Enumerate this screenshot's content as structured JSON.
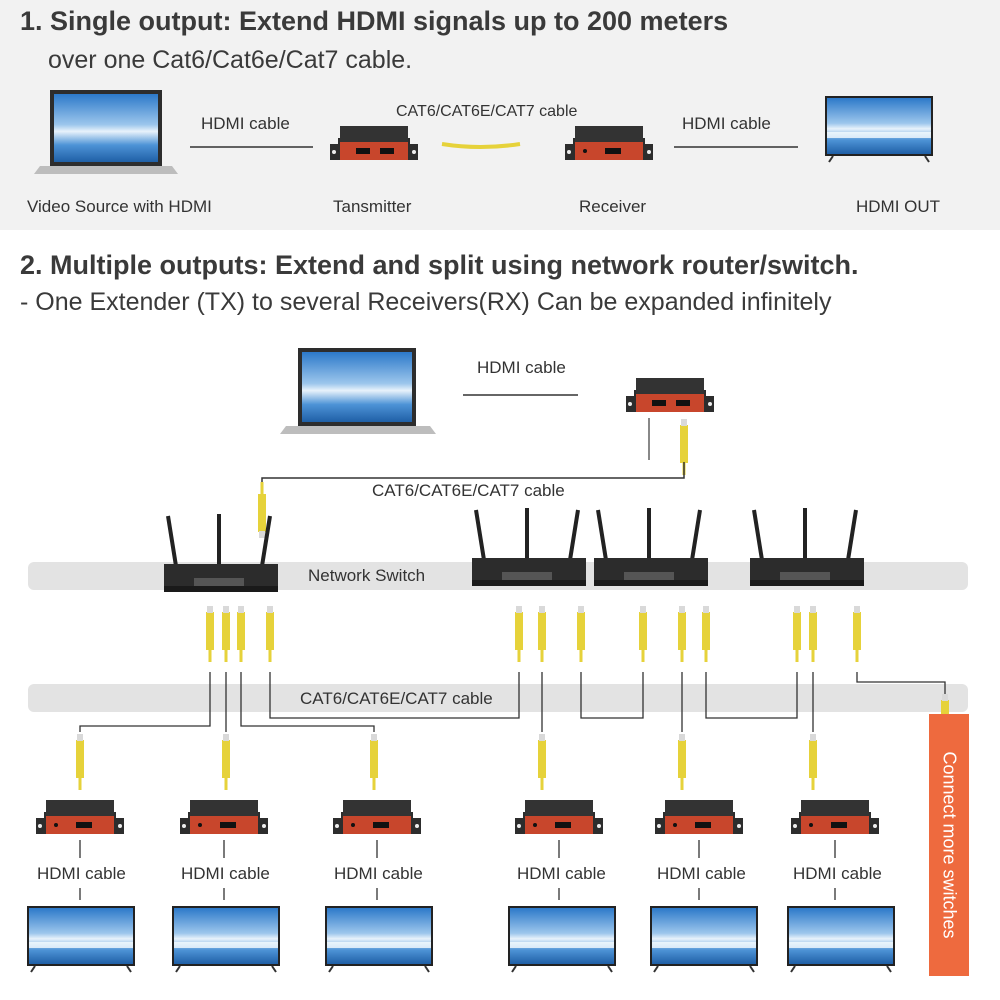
{
  "section1": {
    "heading": "1. Single output: Extend HDMI signals up to 200 meters",
    "subheading": "over one Cat6/Cat6e/Cat7 cable.",
    "labels": {
      "hdmi_left": "HDMI cable",
      "cat_cable": "CAT6/CAT6E/CAT7 cable",
      "hdmi_right": "HDMI cable",
      "source": "Video Source with HDMI",
      "transmitter": "Tansmitter",
      "receiver": "Receiver",
      "output": "HDMI OUT"
    }
  },
  "section2": {
    "heading": "2. Multiple outputs: Extend and split using network router/switch.",
    "subheading": "- One Extender (TX) to several Receivers(RX) Can be expanded infinitely",
    "hdmi_top": "HDMI cable",
    "cat_top": "CAT6/CAT6E/CAT7 cable",
    "switch_band": "Network Switch",
    "cat_band": "CAT6/CAT6E/CAT7 cable",
    "connect_more": "Connect more switches",
    "receivers": [
      {
        "hdmi_label": "HDMI cable"
      },
      {
        "hdmi_label": "HDMI cable"
      },
      {
        "hdmi_label": "HDMI cable"
      },
      {
        "hdmi_label": "HDMI cable"
      },
      {
        "hdmi_label": "HDMI cable"
      },
      {
        "hdmi_label": "HDMI cable"
      }
    ]
  },
  "colors": {
    "accent": "#ee6a3e",
    "device_orange": "#c8462c",
    "cable_yellow": "#e6d23a",
    "band_gray": "#e3e3e3",
    "background_gray": "#f2f2f2"
  }
}
